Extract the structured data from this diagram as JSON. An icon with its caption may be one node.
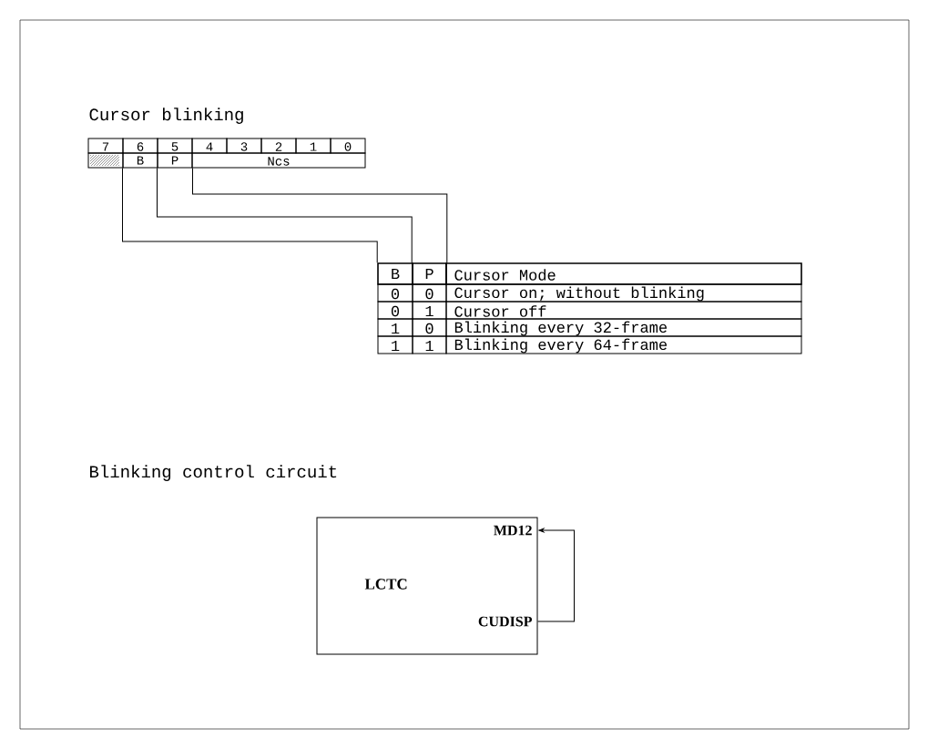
{
  "diagram": {
    "nodes": [
      {
        "text": [
          "B"
        ]
      },
      {
        "text": [
          "P"
        ]
      },
      {
        "text": [
          "B"
        ]
      },
      {
        "text": [
          "P"
        ]
      },
      {
        "text": [
          "LCTC"
        ]
      },
      {
        "text": [
          "MD12"
        ],
        "in": 4
      },
      {
        "text": [
          "CUDISP"
        ],
        "in": 4
      }
    ],
    "edges": [
      {
        "from": 0,
        "to": 2,
        "arrow": "none"
      },
      {
        "from": 1,
        "to": 3,
        "arrow": "none"
      },
      {
        "from": 1,
        "to": 3,
        "arrow": "none"
      },
      {
        "from": 6,
        "to": 5,
        "arrow": "to"
      }
    ],
    "labels": [
      "Cursor blinking",
      "7",
      "6",
      "5",
      "4",
      "3",
      "2",
      "1",
      "0",
      "Ncs",
      "Cursor Mode",
      "0",
      "0",
      "Cursor on; without blinking",
      "0",
      "1",
      "Cursor off",
      "1",
      "0",
      "Blinking every 32-frame",
      "1",
      "1",
      "Blinking every 64-frame",
      "Blinking control circuit"
    ]
  }
}
